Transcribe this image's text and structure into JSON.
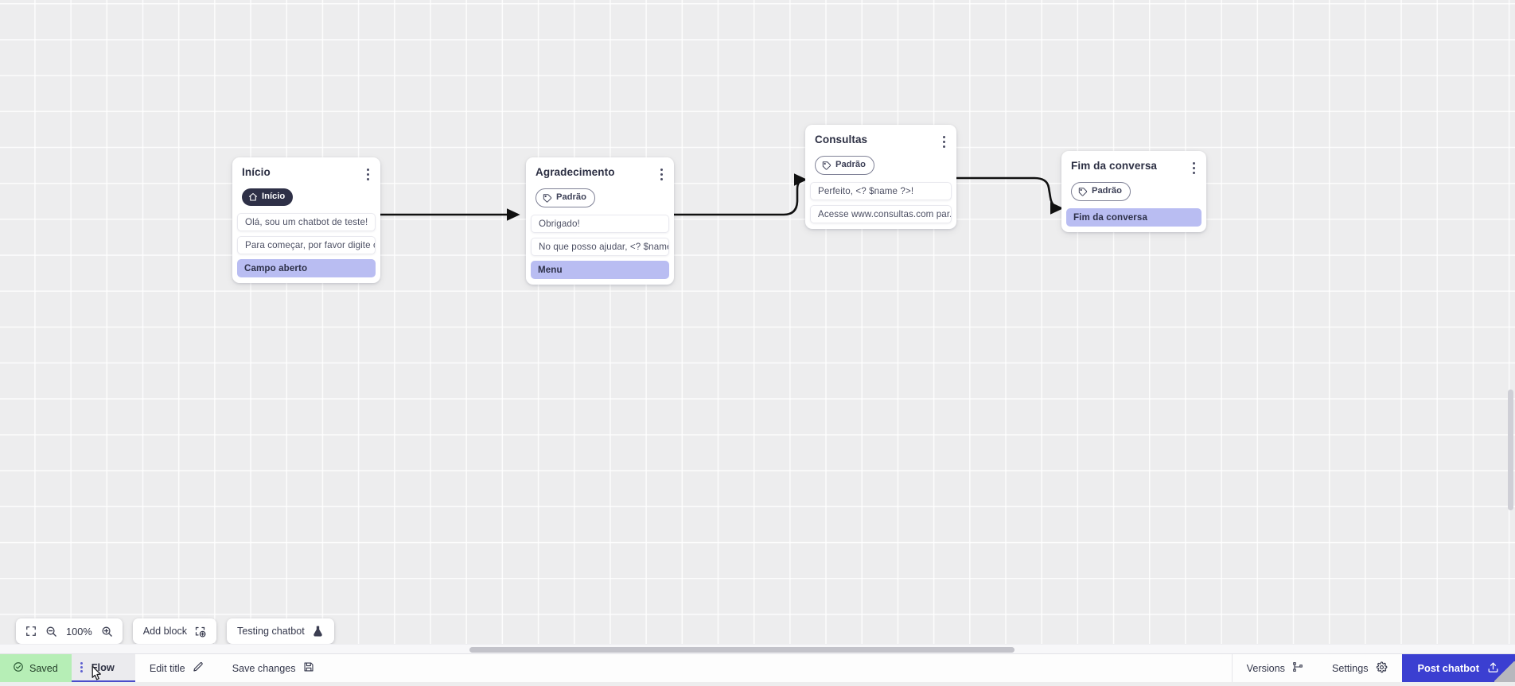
{
  "canvas": {
    "grid": true,
    "background_color": "#ededee"
  },
  "blocks": [
    {
      "id": "inicio",
      "title": "Início",
      "badge": {
        "label": "Início",
        "icon": "home-icon",
        "style": "filled",
        "color": "#2e3047"
      },
      "menu_icon": "more-vertical-icon",
      "rows": [
        {
          "text": "Olá, sou um chatbot de teste!",
          "type": "message"
        },
        {
          "text": "Para começar, por favor digite o ...",
          "type": "message"
        },
        {
          "text": "Campo aberto",
          "type": "action"
        }
      ]
    },
    {
      "id": "agradecimento",
      "title": "Agradecimento",
      "badge": {
        "label": "Padrão",
        "icon": "tag-icon",
        "style": "outline",
        "color": "#7f8196"
      },
      "menu_icon": "more-vertical-icon",
      "rows": [
        {
          "text": "Obrigado!",
          "type": "message"
        },
        {
          "text": "No que posso ajudar, <? $name ...",
          "type": "message"
        },
        {
          "text": "Menu",
          "type": "action"
        }
      ]
    },
    {
      "id": "consultas",
      "title": "Consultas",
      "badge": {
        "label": "Padrão",
        "icon": "tag-icon",
        "style": "outline",
        "color": "#7f8196"
      },
      "menu_icon": "more-vertical-icon",
      "rows": [
        {
          "text": "Perfeito, <? $name ?>!",
          "type": "message"
        },
        {
          "text": "Acesse www.consultas.com par...",
          "type": "message"
        }
      ]
    },
    {
      "id": "fim-da-conversa",
      "title": "Fim da conversa",
      "badge": {
        "label": "Padrão",
        "icon": "tag-icon",
        "style": "outline",
        "color": "#7f8196"
      },
      "menu_icon": "more-vertical-icon",
      "rows": [
        {
          "text": "Fim da conversa",
          "type": "action"
        }
      ]
    }
  ],
  "toolbar": {
    "fit_icon": "fit-screen-icon",
    "zoom_out_icon": "zoom-out-icon",
    "zoom_level": "100%",
    "zoom_in_icon": "zoom-in-icon",
    "add_block_label": "Add block",
    "add_block_icon": "add-block-icon",
    "testing_label": "Testing chatbot",
    "testing_icon": "flask-icon"
  },
  "statusbar": {
    "saved_label": "Saved",
    "saved_icon": "check-circle-icon",
    "saved_color": "#b6eeb6",
    "tab_label": "Flow",
    "tab_grip_icon": "drag-handle-icon",
    "tab_accent": "#4a4ccb",
    "edit_title_label": "Edit title",
    "edit_title_icon": "pencil-icon",
    "save_changes_label": "Save changes",
    "save_changes_icon": "save-disk-icon",
    "versions_label": "Versions",
    "versions_icon": "git-branch-icon",
    "settings_label": "Settings",
    "settings_icon": "gear-icon",
    "post_label": "Post chatbot",
    "post_icon": "upload-icon",
    "post_color": "#3b3fd1"
  }
}
